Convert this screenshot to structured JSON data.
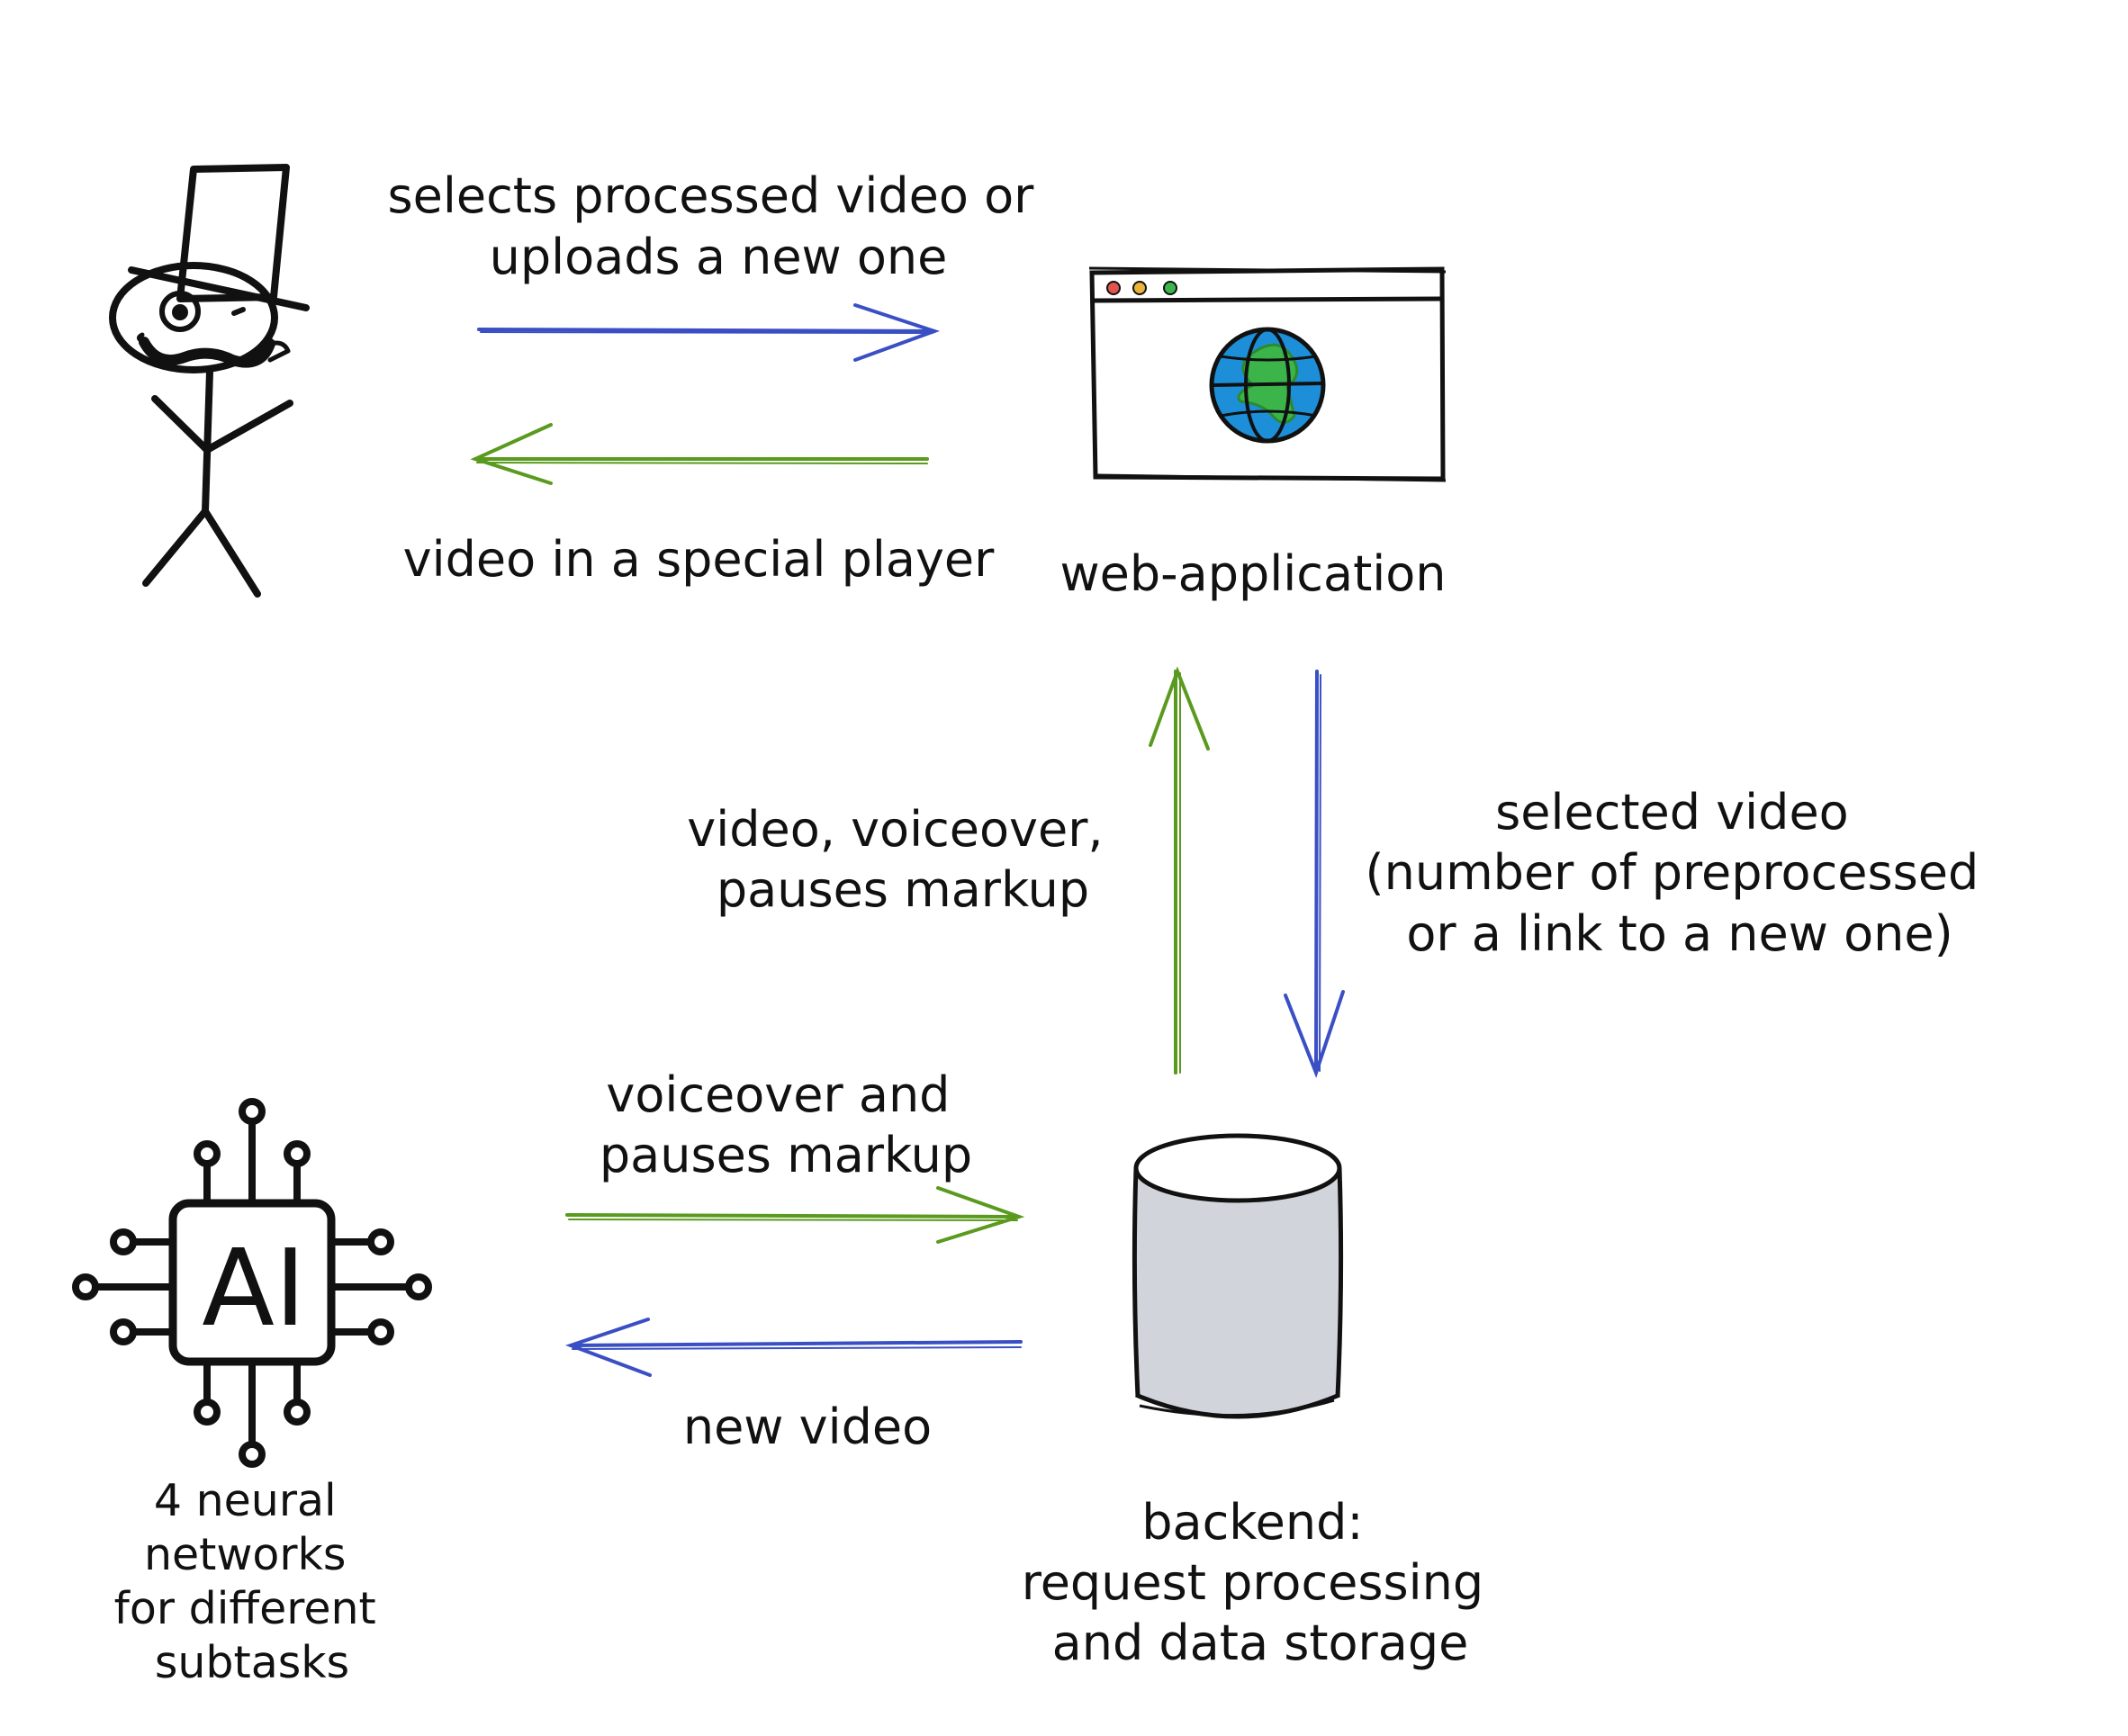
{
  "colors": {
    "request_arrow": "#3a4fc4",
    "response_arrow": "#5a9a1e",
    "ink": "#111111",
    "database_fill": "#d1d5db",
    "globe_ocean": "#1d8fd8",
    "globe_land": "#3bb54a",
    "dot_red": "#e2554f",
    "dot_yellow": "#e8b43a",
    "dot_green": "#3cb54a"
  },
  "nodes": {
    "user": {
      "icon": "stick-figure-top-hat-monocle-icon"
    },
    "web_app": {
      "icon": "browser-window-globe-icon",
      "label": "web-application"
    },
    "backend": {
      "icon": "database-cylinder-icon",
      "label_lines": [
        "backend:",
        "request processing",
        "and data storage"
      ]
    },
    "ai": {
      "icon": "ai-chip-icon",
      "chip_text": "AI",
      "label_lines": [
        "4 neural",
        "networks",
        "for different",
        "subtasks"
      ]
    }
  },
  "edges": {
    "user_to_web": {
      "label_lines": [
        "selects processed video or",
        "uploads a new one"
      ]
    },
    "web_to_user": {
      "label_lines": [
        "video in a special player"
      ]
    },
    "backend_to_web": {
      "label_lines": [
        "video, voiceover,",
        "pauses markup"
      ]
    },
    "web_to_backend": {
      "label_lines": [
        "selected video",
        "(number of preprocessed",
        "or a link to a new one)"
      ]
    },
    "ai_to_backend": {
      "label_lines": [
        "voiceover and",
        "pauses markup"
      ]
    },
    "backend_to_ai": {
      "label_lines": [
        "new video"
      ]
    }
  }
}
